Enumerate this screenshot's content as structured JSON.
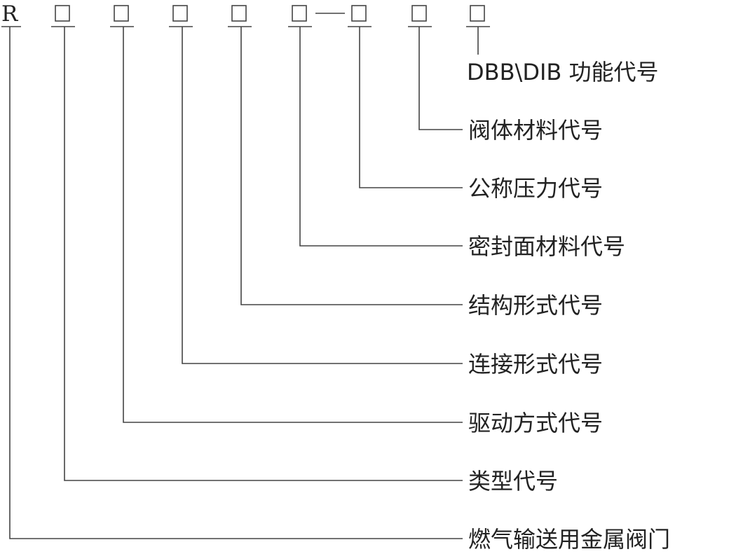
{
  "prefix": "R",
  "labels": {
    "dbb_dib": "DBB\\DIB 功能代号",
    "body_material": "阀体材料代号",
    "nominal_pressure": "公称压力代号",
    "seal_material": "密封面材料代号",
    "structure": "结构形式代号",
    "connection": "连接形式代号",
    "drive": "驱动方式代号",
    "type": "类型代号",
    "gas_valve": "燃气输送用金属阀门"
  }
}
